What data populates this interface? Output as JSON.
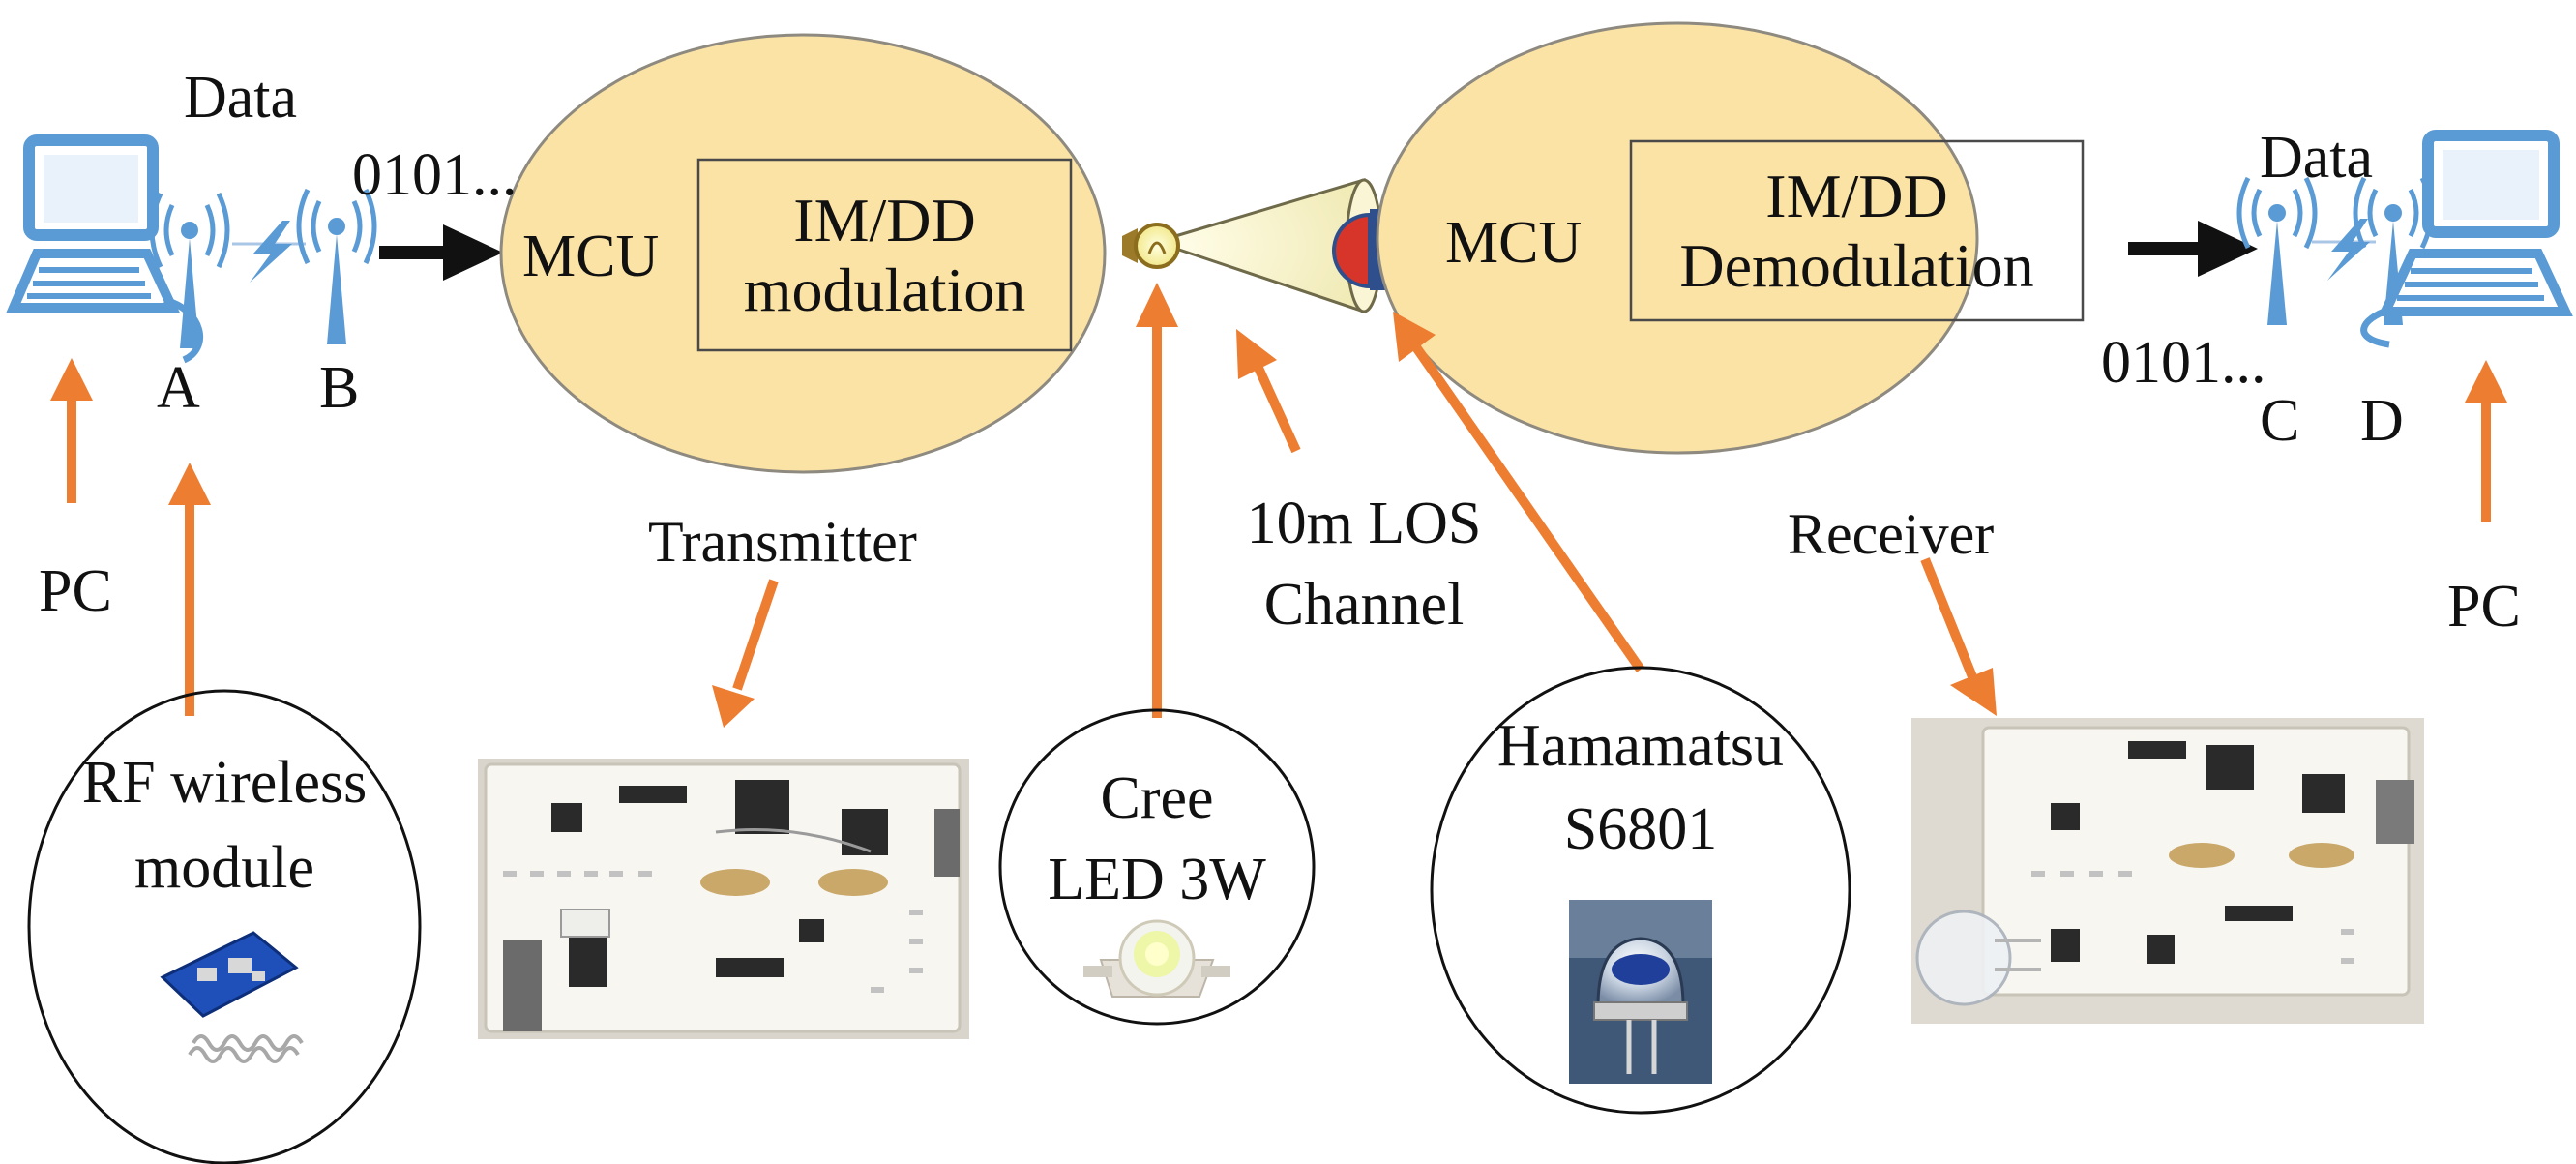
{
  "left_pc": {
    "data_label": "Data",
    "bits": "0101...",
    "node_a": "A",
    "node_b": "B",
    "pc_label": "PC"
  },
  "transmitter": {
    "mcu": "MCU",
    "module_line1": "IM/DD",
    "module_line2": "modulation",
    "caption": "Transmitter"
  },
  "channel": {
    "line1": "10m LOS",
    "line2": "Channel"
  },
  "receiver": {
    "mcu": "MCU",
    "module_line1": "IM/DD",
    "module_line2": "Demodulation",
    "caption": "Receiver"
  },
  "right_pc": {
    "data_label": "Data",
    "bits": "0101...",
    "node_c": "C",
    "node_d": "D",
    "pc_label": "PC"
  },
  "components": {
    "rf_line1": "RF wireless",
    "rf_line2": "module",
    "led_line1": "Cree",
    "led_line2": "LED 3W",
    "pd_line1": "Hamamatsu",
    "pd_line2": "S6801"
  },
  "colors": {
    "ellipse_fill": "#FBE3A5",
    "arrow_orange": "#ED7D31",
    "computer_blue": "#5B9BD5",
    "detector_red": "#D8352A",
    "pcb_green": "#2E7D3A"
  },
  "icons": [
    "computer-icon",
    "antenna-icon",
    "lightning-icon",
    "led-bulb-icon",
    "photodiode-icon"
  ]
}
